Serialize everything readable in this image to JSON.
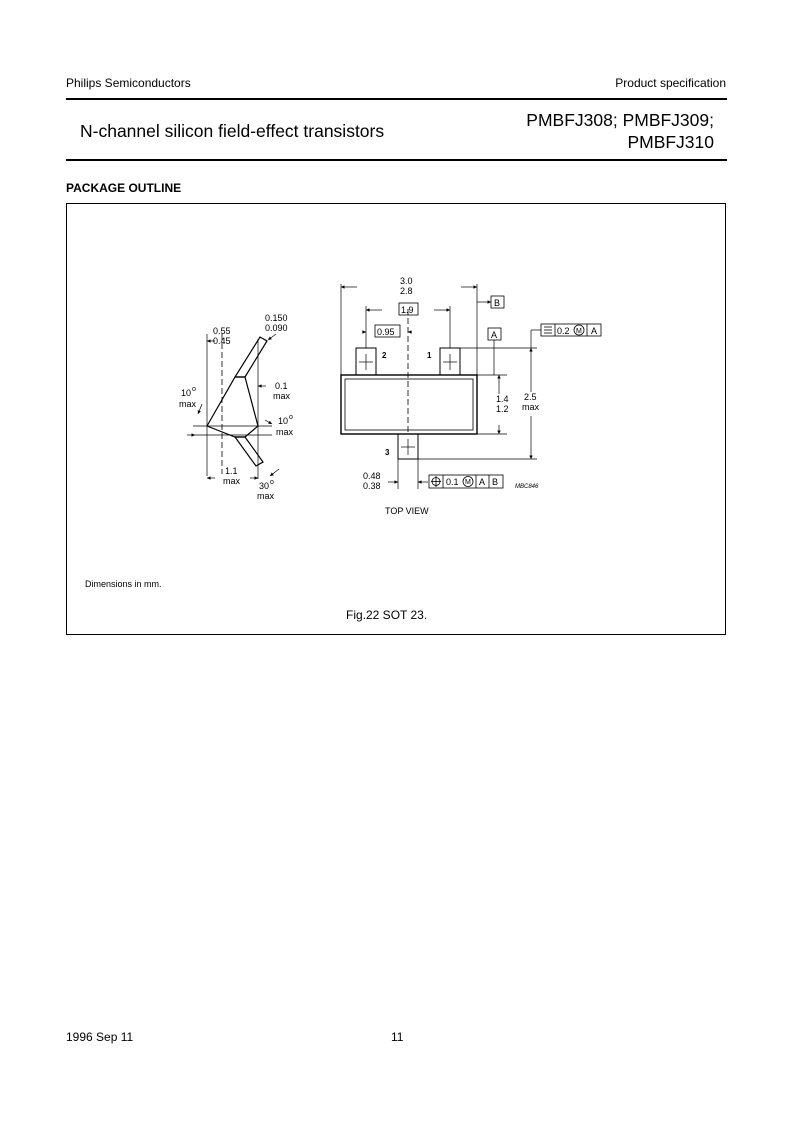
{
  "header": {
    "company": "Philips Semiconductors",
    "doc_type": "Product specification",
    "title": "N-channel silicon field-effect transistors",
    "part_line1": "PMBFJ308; PMBFJ309;",
    "part_line2": "PMBFJ310"
  },
  "section_title": "PACKAGE OUTLINE",
  "drawing": {
    "side_view": {
      "lead_thickness_max": "0.150",
      "lead_thickness_min": "0.090",
      "height_max": "0.55",
      "height_min": "0.45",
      "angle_left": "10",
      "angle_left_unit": "o",
      "angle_left_max": "max",
      "standoff": "0.1",
      "standoff_max": "max",
      "angle_right": "10",
      "angle_right_unit": "o",
      "angle_right_max": "max",
      "body_height": "1.1",
      "body_height_max": "max",
      "lead_angle": "30",
      "lead_angle_unit": "o",
      "lead_angle_max": "max"
    },
    "top_view": {
      "length_max": "3.0",
      "length_min": "2.8",
      "datum_b": "B",
      "pitch": "1.9",
      "half_pitch": "0.95",
      "datum_a": "A",
      "tolerance_flatness": "0.2",
      "modifier_m": "M",
      "tolerance_datum": "A",
      "pin_2": "2",
      "pin_1": "1",
      "pin_3": "3",
      "body_width_max": "1.4",
      "body_width_min": "1.2",
      "overall_width": "2.5",
      "overall_width_max": "max",
      "lead_width_max": "0.48",
      "lead_width_min": "0.38",
      "position_tolerance": "0.1",
      "position_datum_a": "A",
      "position_datum_b": "B",
      "drawing_code": "MBC846",
      "view_label": "TOP VIEW"
    },
    "note": "Dimensions in mm.",
    "caption": "Fig.22  SOT 23."
  },
  "footer": {
    "date": "1996 Sep 11",
    "page": "11"
  }
}
